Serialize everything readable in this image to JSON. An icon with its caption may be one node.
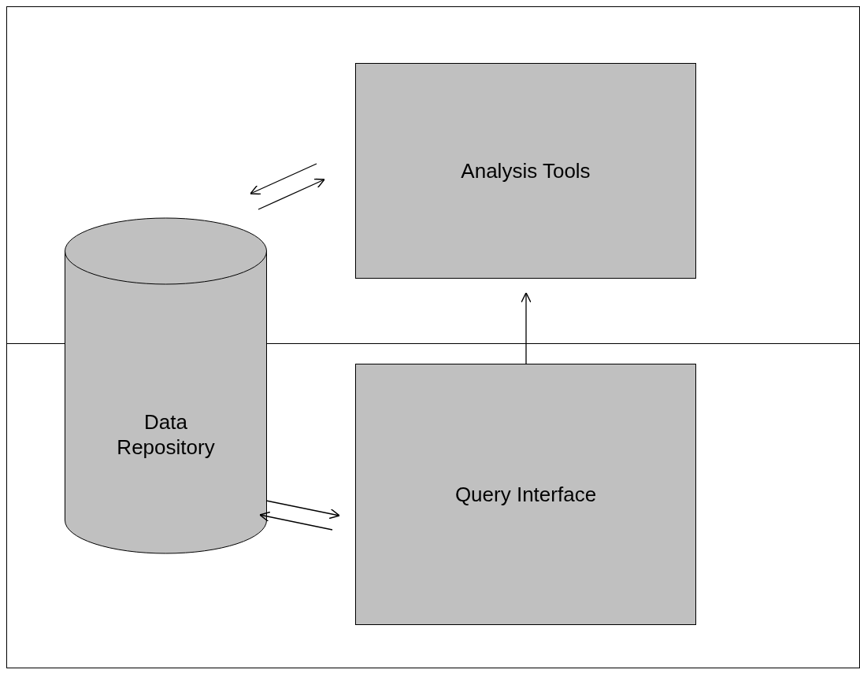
{
  "diagram": {
    "nodes": [
      {
        "text": [
          "Analysis Tools"
        ]
      },
      {
        "text": [
          "Data Repository"
        ]
      },
      {
        "text": [
          "Query Interface"
        ]
      }
    ],
    "edges": [
      {
        "from": 0,
        "to": 1,
        "arrow": "to"
      },
      {
        "from": 1,
        "to": 0,
        "arrow": "to"
      },
      {
        "from": 2,
        "to": 0,
        "arrow": "to"
      },
      {
        "from": 1,
        "to": 2,
        "arrow": "to"
      },
      {
        "from": 2,
        "to": 1,
        "arrow": "to"
      }
    ]
  }
}
